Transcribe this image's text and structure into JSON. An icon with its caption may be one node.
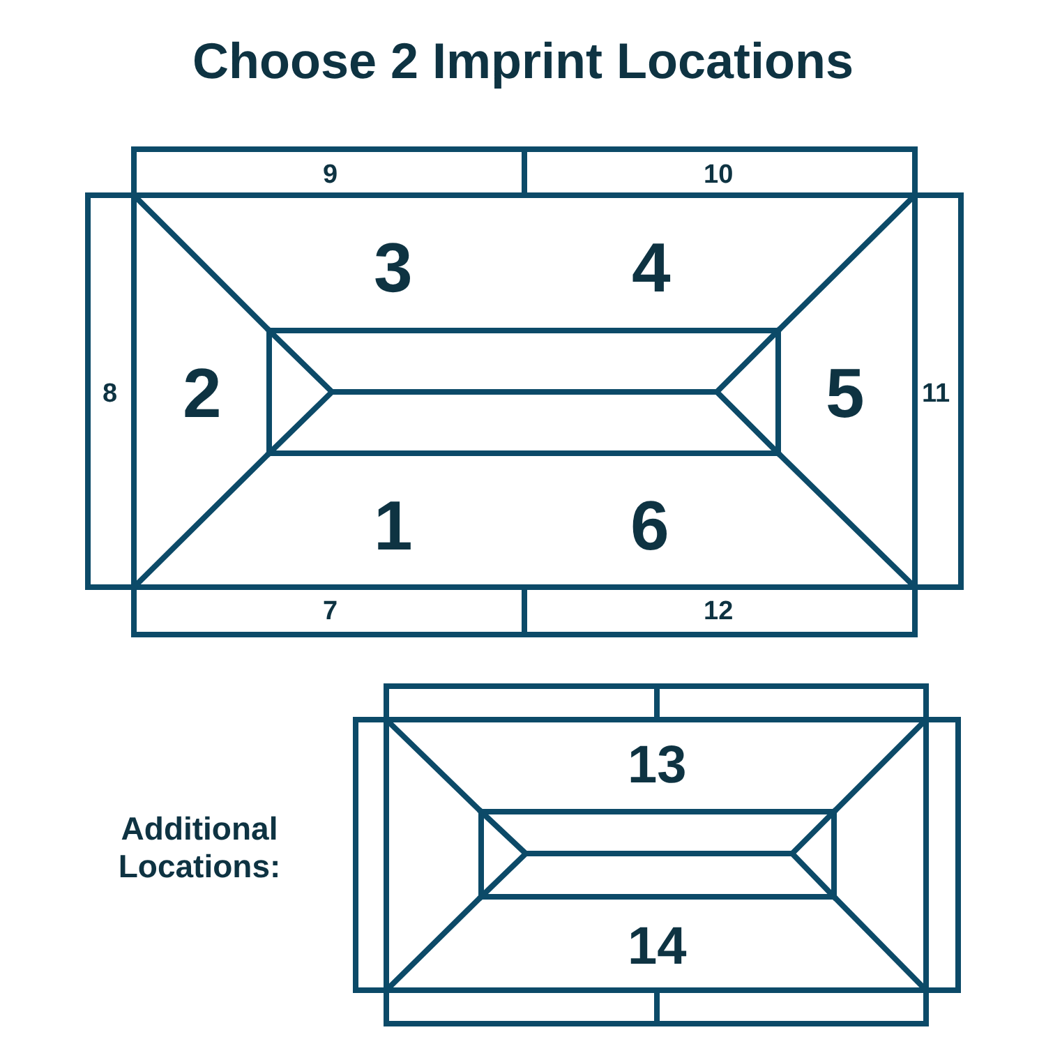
{
  "diagram": {
    "title": "Choose 2 Imprint Locations",
    "labels": [
      "9",
      "10",
      "3",
      "4",
      "8",
      "2",
      "5",
      "11",
      "1",
      "6",
      "7",
      "12",
      "13",
      "Additional Locations:",
      "14"
    ]
  }
}
